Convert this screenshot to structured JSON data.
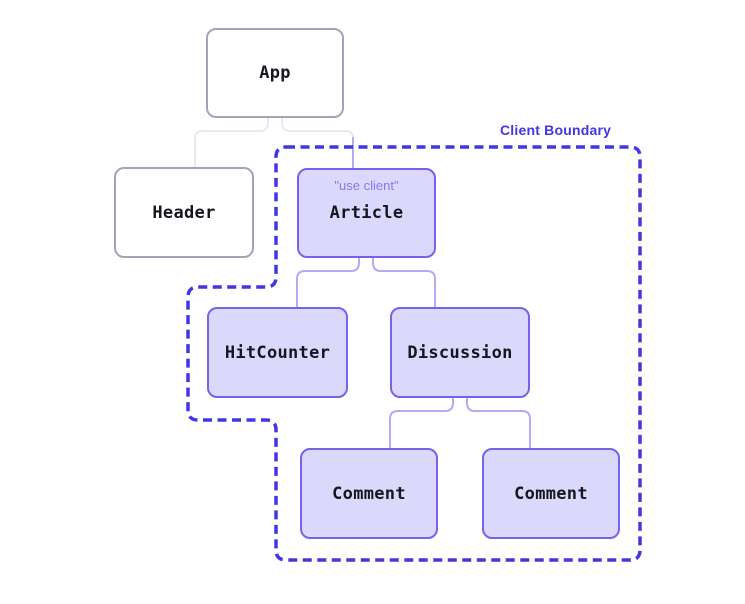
{
  "boundary": {
    "label": "Client Boundary"
  },
  "nodes": {
    "app": {
      "label": "App"
    },
    "header": {
      "label": "Header"
    },
    "article": {
      "label": "Article",
      "directive": "\"use client\""
    },
    "hitcounter": {
      "label": "HitCounter"
    },
    "discussion": {
      "label": "Discussion"
    },
    "comment1": {
      "label": "Comment"
    },
    "comment2": {
      "label": "Comment"
    }
  },
  "edges": [
    {
      "from": "App",
      "to": "Header"
    },
    {
      "from": "App",
      "to": "Article"
    },
    {
      "from": "Article",
      "to": "HitCounter"
    },
    {
      "from": "Article",
      "to": "Discussion"
    },
    {
      "from": "Discussion",
      "to": "Comment"
    },
    {
      "from": "Discussion",
      "to": "Comment"
    }
  ],
  "colors": {
    "bg": "#ffffff",
    "boundary": "#4335e2",
    "client_border": "#7463ed",
    "client_fill": "#dcd8fb",
    "server_border": "#a0a6b6",
    "directive": "#8779f0",
    "conn_gray": "#e8e8ee",
    "conn_purple": "#b3abf3",
    "text": "#16161f"
  }
}
